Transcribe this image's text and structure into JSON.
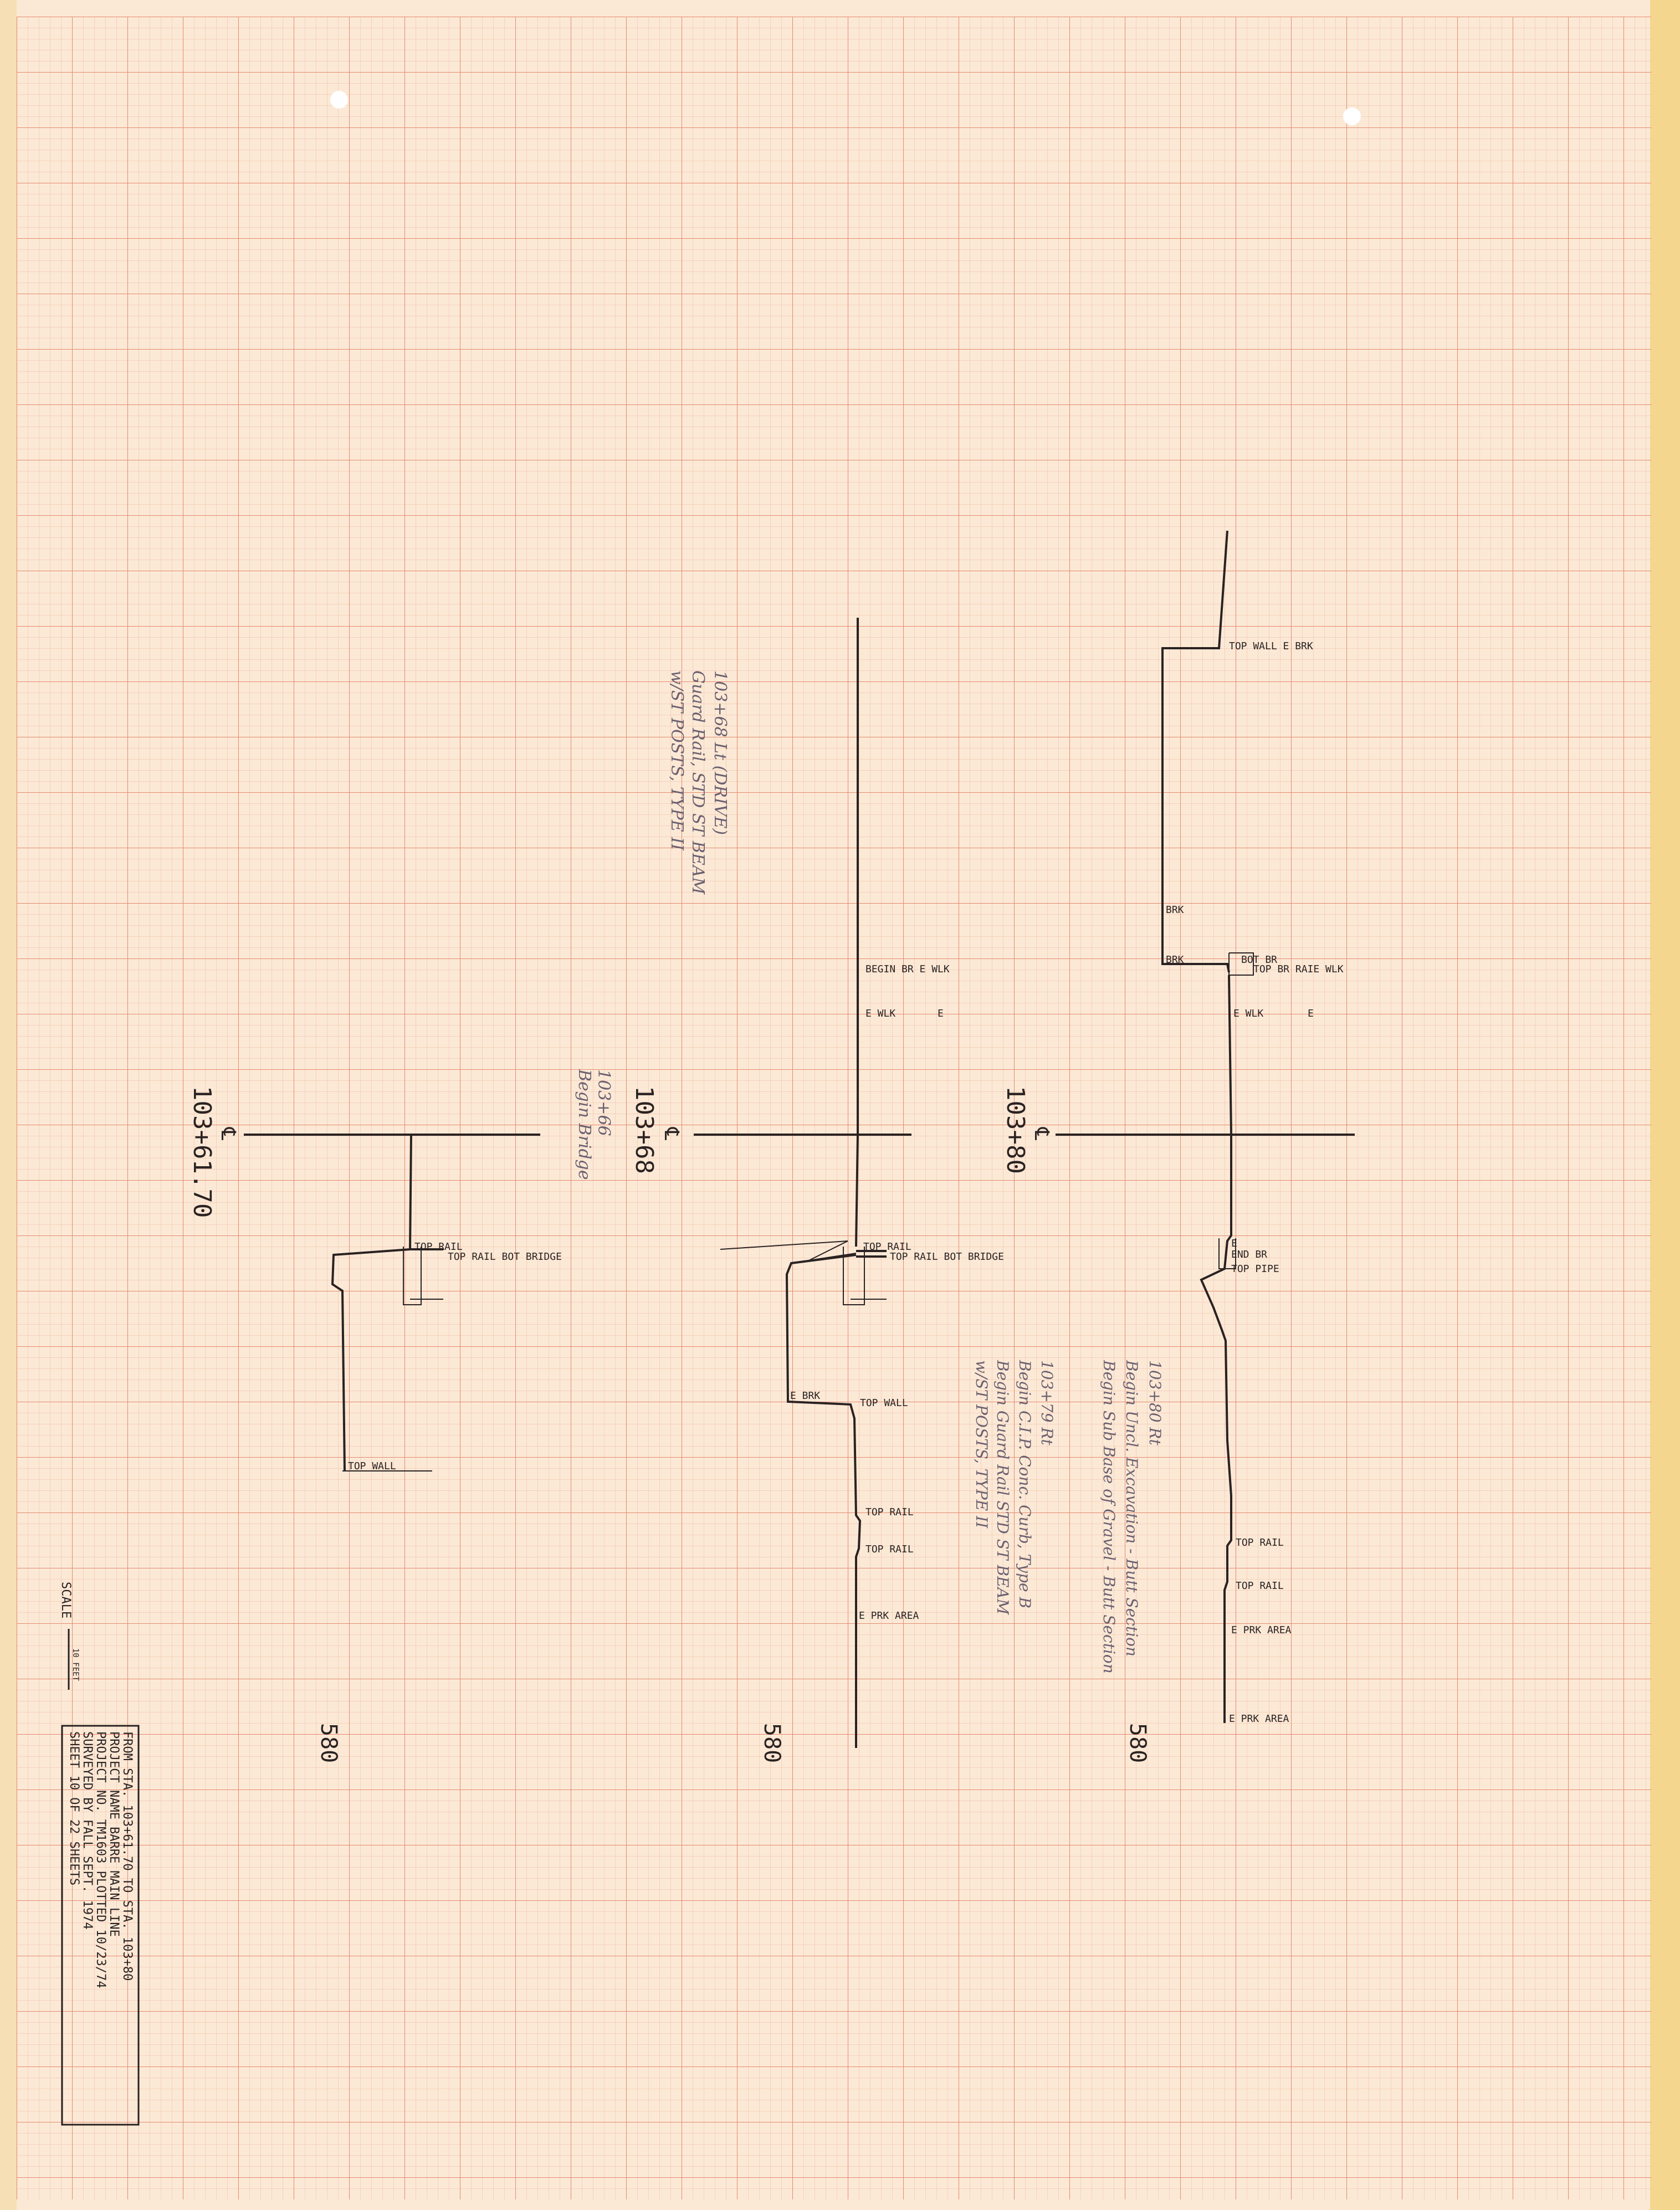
{
  "sections": [
    {
      "station": "103+61.70",
      "centerline_symbol": "℄",
      "elevation_label": "580",
      "feature_labels": [
        "TOP RAIL",
        "TOP RAIL  BOT BRIDGE",
        "TOP WALL"
      ],
      "handwritten_notes": []
    },
    {
      "station": "103+68",
      "centerline_symbol": "℄",
      "elevation_label": "580",
      "feature_labels": [
        "BEGIN BR  E WLK",
        "E WLK",
        "E",
        "TOP RAIL",
        "TOP RAIL  BOT BRIDGE",
        "E BRK",
        "TOP WALL",
        "TOP RAIL",
        "TOP RAIL",
        "E PRK AREA"
      ],
      "handwritten_notes": [
        "103+68 Lt (DRIVE)",
        "Guard Rail, STD ST BEAM",
        "w/ST POSTS, TYPE II",
        "103+66",
        "Begin Bridge",
        "103+79 Rt",
        "Begin C.I.P. Conc. Curb, Type B",
        "Begin Guard Rail STD ST BEAM",
        "w/ST POSTS, TYPE II"
      ]
    },
    {
      "station": "103+80",
      "centerline_symbol": "℄",
      "elevation_label": "580",
      "feature_labels": [
        "TOP WALL  E BRK",
        "BRK",
        "BRK",
        "BOT BR",
        "TOP BR RAIE WLK",
        "E WLK",
        "E",
        "E",
        "END BR",
        "TOP PIPE",
        "TOP RAIL",
        "TOP RAIL",
        "E PRK AREA",
        "E PRK AREA"
      ],
      "handwritten_notes": [
        "103+80 Rt",
        "Begin Uncl. Excavation - Butt Section",
        "Begin Sub Base of Gravel - Butt Section"
      ]
    }
  ],
  "scale": {
    "label": "SCALE",
    "bar_text": "10 FEET"
  },
  "title_block": {
    "line1": "FROM STA. 103+61.70        TO STA. 103+80",
    "line2": "PROJECT NAME   BARRE MAIN LINE",
    "line3": "PROJECT NO.    TM1603             PLOTTED 10/23/74",
    "line4": "SURVEYED BY    FALL               SEPT. 1974",
    "line5": "SHEET 10 OF 22 SHEETS"
  },
  "colors": {
    "paper": "#fbe9d6",
    "grid_minor": "#f0b9a0",
    "grid_major": "#e58a6f",
    "ink": "#2a2222",
    "pencil": "#6b6070",
    "edge_strip": "#f4d68e"
  }
}
